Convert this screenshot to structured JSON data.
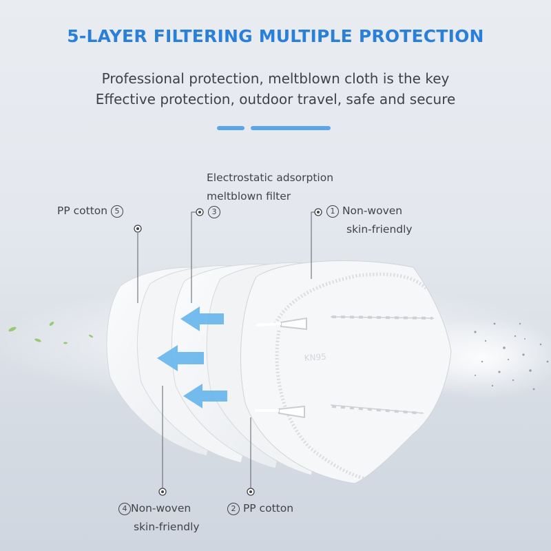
{
  "header": {
    "title": "5-LAYER FILTERING MULTIPLE PROTECTION",
    "line1": "Professional protection, meltblown cloth is the key",
    "line2": "Effective protection, outdoor travel, safe and secure"
  },
  "mask_print": "KN95",
  "layers": [
    {
      "number": "1",
      "text_a": "Non-woven",
      "text_b": "skin-friendly"
    },
    {
      "number": "2",
      "text_a": "PP cotton"
    },
    {
      "number": "3",
      "text_a": "Electrostatic adsorption",
      "text_b": "meltblown filter"
    },
    {
      "number": "4",
      "text_a": "Non-woven",
      "text_b": "skin-friendly"
    },
    {
      "number": "5",
      "text_a": "PP cotton"
    }
  ],
  "colors": {
    "title": "#2a7fd9",
    "accent_bar": "#5ba6ea",
    "arrow": "#62b4ec",
    "text": "#3f4348"
  }
}
